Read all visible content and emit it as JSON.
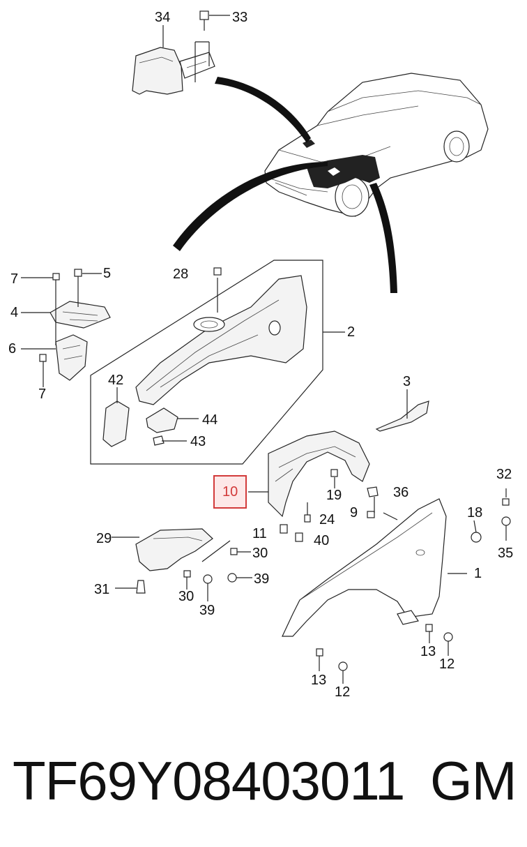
{
  "callouts": {
    "c1": "1",
    "c2": "2",
    "c3": "3",
    "c4": "4",
    "c5": "5",
    "c6": "6",
    "c7a": "7",
    "c7b": "7",
    "c9": "9",
    "c10": "10",
    "c11": "11",
    "c12a": "12",
    "c12b": "12",
    "c13a": "13",
    "c13b": "13",
    "c18": "18",
    "c19": "19",
    "c24": "24",
    "c28": "28",
    "c29": "29",
    "c30a": "30",
    "c30b": "30",
    "c31": "31",
    "c32": "32",
    "c33": "33",
    "c34": "34",
    "c35": "35",
    "c36": "36",
    "c39a": "39",
    "c39b": "39",
    "c40": "40",
    "c42": "42",
    "c43": "43",
    "c44": "44"
  },
  "highlighted_callout": "10",
  "footer": {
    "part_number": "TF69Y08403011",
    "brand": "GM"
  },
  "colors": {
    "highlight_stroke": "#d23a3a",
    "highlight_fill": "#fde8e8",
    "line": "#222222"
  }
}
